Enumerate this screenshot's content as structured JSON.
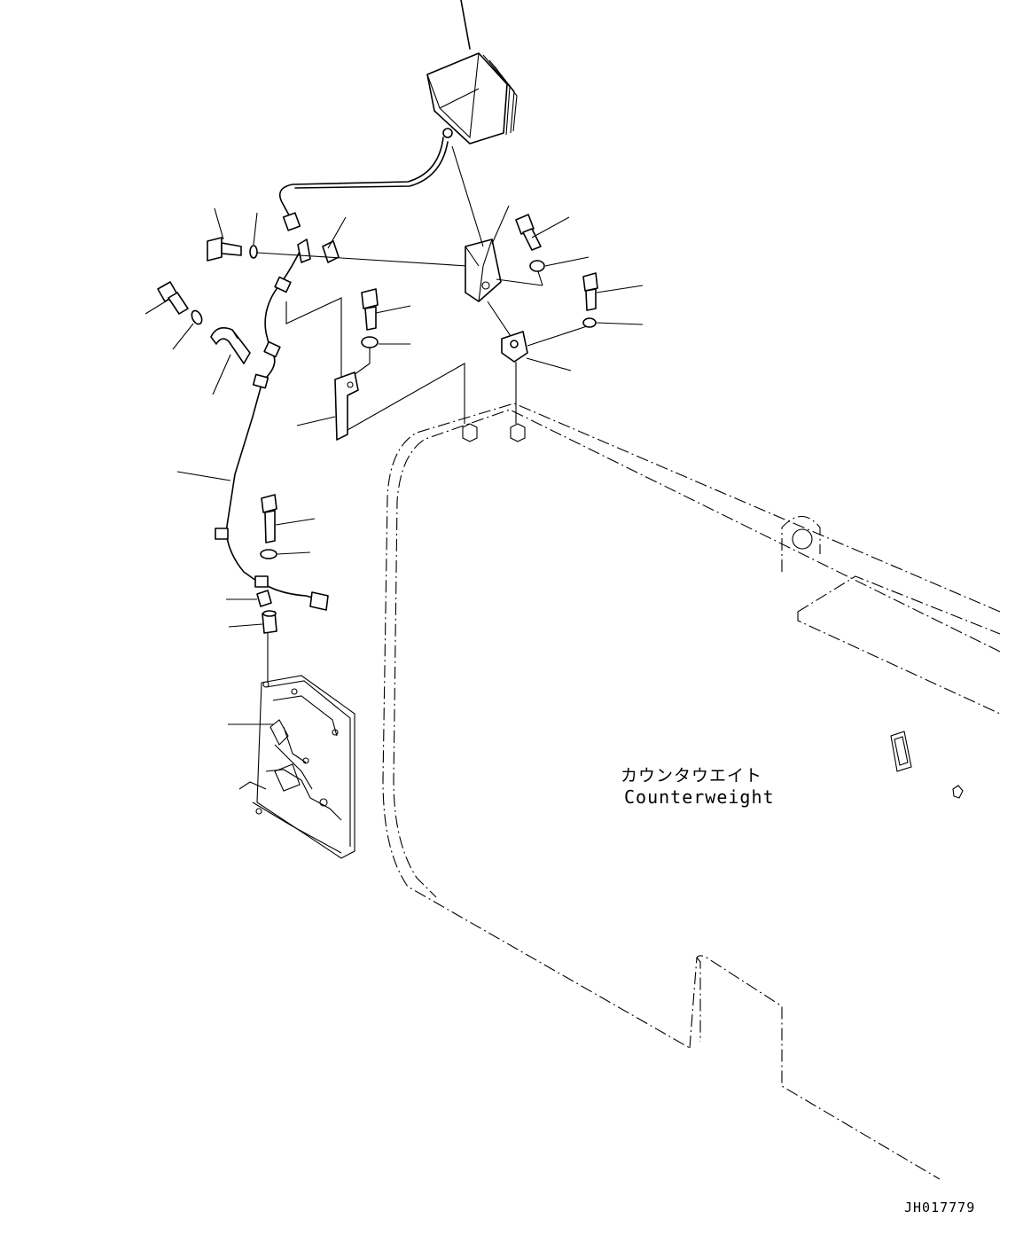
{
  "labels": {
    "counterweight_jp": "カウンタウエイト",
    "counterweight_en": "Counterweight"
  },
  "drawing_number": "JH017779"
}
